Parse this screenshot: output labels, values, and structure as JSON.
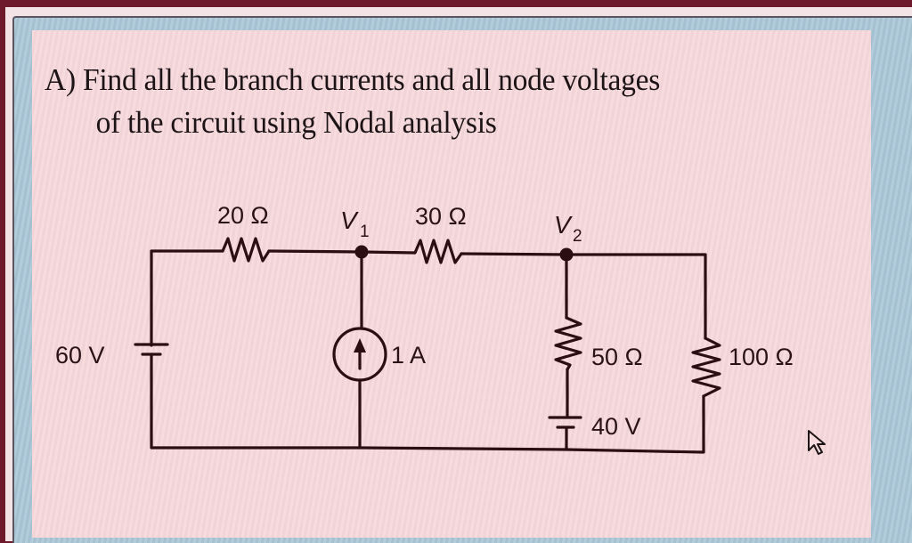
{
  "question": {
    "line1": "A) Find all the branch currents and all node voltages",
    "line2": "of the circuit using Nodal analysis"
  },
  "circuit": {
    "resistors": [
      {
        "id": "R1",
        "label": "20 Ω",
        "value_ohms": 20
      },
      {
        "id": "R2",
        "label": "30 Ω",
        "value_ohms": 30
      },
      {
        "id": "R3",
        "label": "50 Ω",
        "value_ohms": 50
      },
      {
        "id": "R4",
        "label": "100 Ω",
        "value_ohms": 100
      }
    ],
    "voltage_sources": [
      {
        "id": "Vs1",
        "label": "60 V",
        "value_volts": 60
      },
      {
        "id": "Vs2",
        "label": "40 V",
        "value_volts": 40
      }
    ],
    "current_sources": [
      {
        "id": "Is1",
        "label": "1 A",
        "value_amps": 1,
        "direction": "up"
      }
    ],
    "nodes": [
      {
        "id": "V1",
        "symbol": "V",
        "subscript": "1"
      },
      {
        "id": "V2",
        "symbol": "V",
        "subscript": "2"
      }
    ],
    "wire_color": "#2a0e12"
  }
}
